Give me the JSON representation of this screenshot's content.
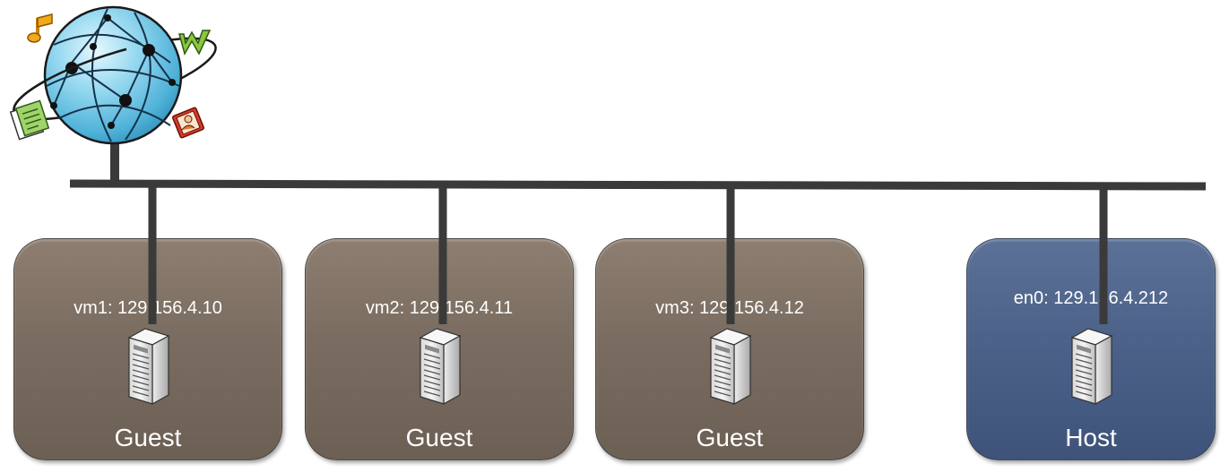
{
  "nodes": [
    {
      "ip": "vm1: 129.156.4.10",
      "role": "Guest",
      "kind": "guest",
      "icon": "server-icon"
    },
    {
      "ip": "vm2: 129.156.4.11",
      "role": "Guest",
      "kind": "guest",
      "icon": "server-icon"
    },
    {
      "ip": "vm3: 129.156.4.12",
      "role": "Guest",
      "kind": "guest",
      "icon": "server-icon"
    },
    {
      "ip": "en0: 129.156.4.212",
      "role": "Host",
      "kind": "host",
      "icon": "server-icon"
    }
  ],
  "colors": {
    "guest": "#7a6c60",
    "host": "#4c6289",
    "cable": "#3a3a3a",
    "globe": "#6cc4e4"
  },
  "icons": [
    "globe-icon",
    "music-note-icon",
    "w-letter-icon",
    "document-icon",
    "contact-card-icon",
    "server-icon"
  ]
}
